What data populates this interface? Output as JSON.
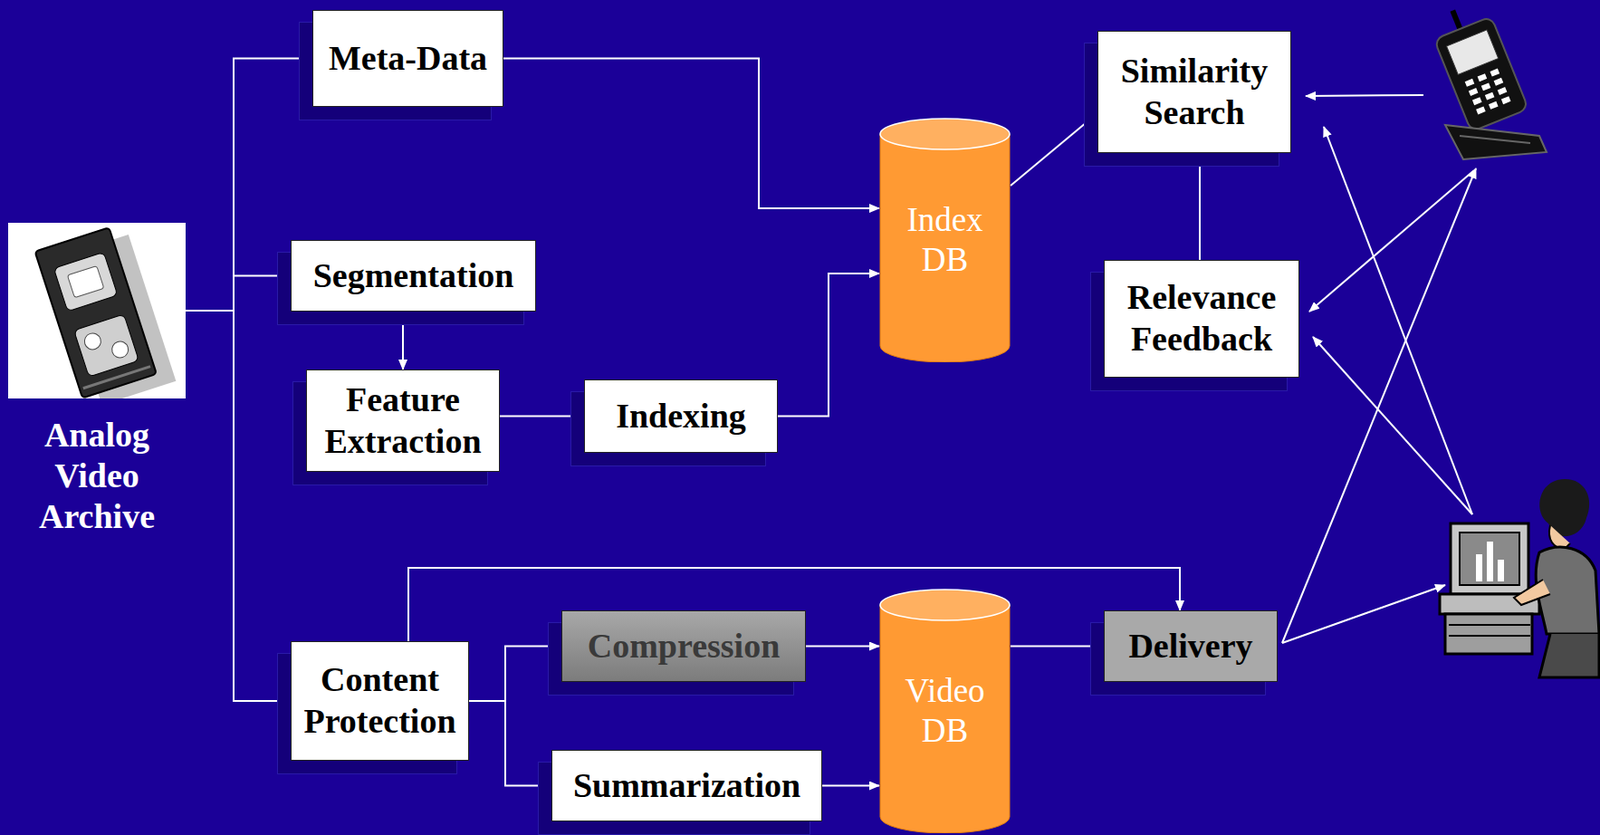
{
  "diagram": {
    "nodes": [
      {
        "text": [
          "Analog Video Archive"
        ]
      },
      {
        "text": [
          "Meta-Data"
        ]
      },
      {
        "text": [
          "Segmentation"
        ]
      },
      {
        "text": [
          "Feature Extraction"
        ]
      },
      {
        "text": [
          "Indexing"
        ]
      },
      {
        "text": [
          "Index DB"
        ]
      },
      {
        "text": [
          "Similarity Search"
        ]
      },
      {
        "text": [
          "Relevance Feedback"
        ]
      },
      {
        "text": [
          "Content Protection"
        ]
      },
      {
        "text": [
          "Compression"
        ]
      },
      {
        "text": [
          "Summarization"
        ]
      },
      {
        "text": [
          "Video DB"
        ]
      },
      {
        "text": [
          "Delivery"
        ]
      }
    ],
    "edges": [
      {
        "from": 0,
        "to": 1,
        "arrow": "to"
      },
      {
        "from": 0,
        "to": 2,
        "arrow": "to"
      },
      {
        "from": 0,
        "to": 8,
        "arrow": "to"
      },
      {
        "from": 1,
        "to": 5,
        "arrow": "to"
      },
      {
        "from": 2,
        "to": 3,
        "arrow": "to"
      },
      {
        "from": 3,
        "to": 4,
        "arrow": "to"
      },
      {
        "from": 4,
        "to": 5,
        "arrow": "to"
      },
      {
        "from": 5,
        "to": 6,
        "arrow": "to"
      },
      {
        "from": 7,
        "to": 6,
        "arrow": "to"
      },
      {
        "from": 8,
        "to": 9,
        "arrow": "to"
      },
      {
        "from": 8,
        "to": 10,
        "arrow": "to"
      },
      {
        "from": 9,
        "to": 11,
        "arrow": "to"
      },
      {
        "from": 10,
        "to": 11,
        "arrow": "to"
      },
      {
        "from": 11,
        "to": 12,
        "arrow": "to"
      },
      {
        "from": 8,
        "to": 12,
        "arrow": "to"
      }
    ]
  }
}
